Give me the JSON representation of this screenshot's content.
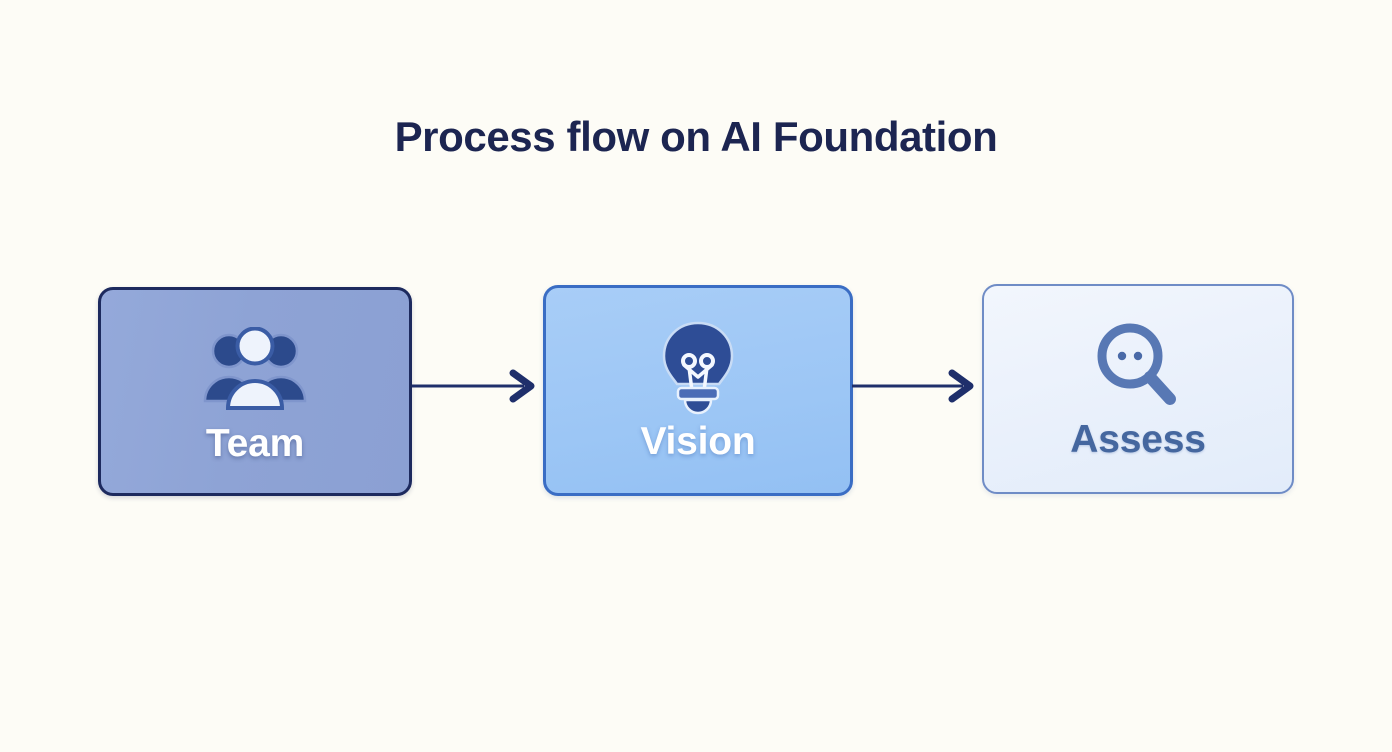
{
  "page": {
    "background_color": "#fdfcf6",
    "title": "Process flow on AI Foundation",
    "title_color": "#1c2551"
  },
  "diagram": {
    "type": "process-flow",
    "orientation": "horizontal",
    "node_count": 3,
    "connector_count": 2,
    "nodes": [
      {
        "id": "team",
        "label": "Team",
        "icon": "people-group-icon",
        "fill_color": "#8ea3d5",
        "border_color": "#1d2a5e",
        "label_color": "#ffffff",
        "icon_color": "#2c4a8c"
      },
      {
        "id": "vision",
        "label": "Vision",
        "icon": "lightbulb-icon",
        "fill_color": "#9cc6f5",
        "border_color": "#3a6dc4",
        "label_color": "#ffffff",
        "icon_color": "#2e4d96"
      },
      {
        "id": "assess",
        "label": "Assess",
        "icon": "magnifier-icon",
        "fill_color": "#e9f0fb",
        "border_color": "#6f8cc6",
        "label_color": "#45679f",
        "icon_color": "#5878b4"
      }
    ],
    "connectors": [
      {
        "id": "team-to-vision",
        "from": "team",
        "to": "vision",
        "style": "arrow",
        "color": "#1f2f6b"
      },
      {
        "id": "vision-to-assess",
        "from": "vision",
        "to": "assess",
        "style": "arrow",
        "color": "#1f2f6b"
      }
    ]
  }
}
